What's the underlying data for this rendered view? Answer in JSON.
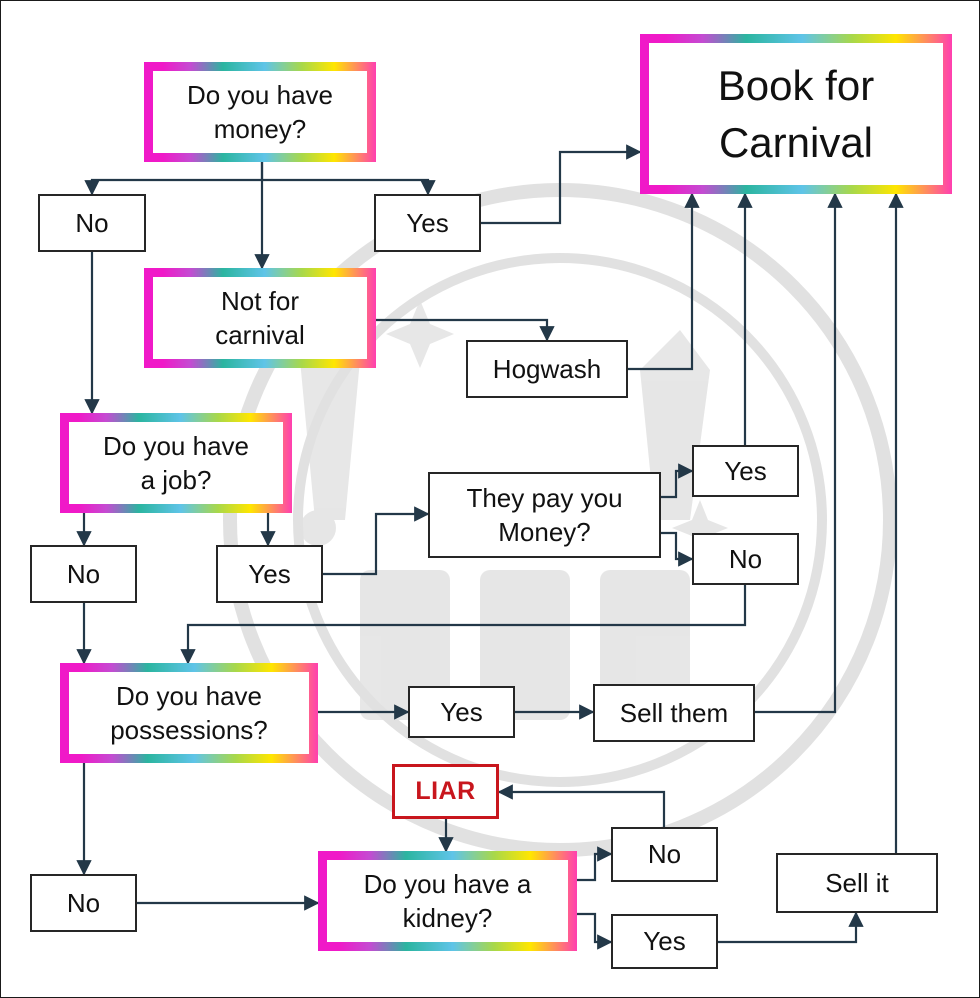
{
  "colors": {
    "connector": "#233848",
    "box_border": "#262626",
    "liar_red": "#c8161d",
    "watermark": "#d9d9d9",
    "gradient": [
      "#f019c8",
      "#c44bd2",
      "#2bb5a0",
      "#5fc4e8",
      "#a8d84a",
      "#ffe600",
      "#ff3fb0"
    ]
  },
  "nodes": {
    "q_money": "Do you have\nmoney?",
    "money_no": "No",
    "money_yes": "Yes",
    "not_carnival": "Not for\ncarnival",
    "hogwash": "Hogwash",
    "book_carnival": "Book for\nCarnival",
    "q_job": "Do you have\na job?",
    "job_no": "No",
    "job_yes": "Yes",
    "q_pay": "They pay you\nMoney?",
    "pay_yes": "Yes",
    "pay_no": "No",
    "q_possessions": "Do you have\npossessions?",
    "poss_yes": "Yes",
    "sell_them": "Sell them",
    "poss_no": "No",
    "liar": "LIAR",
    "q_kidney": "Do you have a\nkidney?",
    "kidney_no": "No",
    "kidney_yes": "Yes",
    "sell_it": "Sell it"
  },
  "edges": [
    [
      "q_money",
      "money_no"
    ],
    [
      "q_money",
      "money_yes"
    ],
    [
      "q_money",
      "not_carnival"
    ],
    [
      "money_yes",
      "book_carnival"
    ],
    [
      "not_carnival",
      "hogwash"
    ],
    [
      "hogwash",
      "book_carnival"
    ],
    [
      "money_no",
      "q_job"
    ],
    [
      "q_job",
      "job_no"
    ],
    [
      "q_job",
      "job_yes"
    ],
    [
      "job_yes",
      "q_pay"
    ],
    [
      "q_pay",
      "pay_yes"
    ],
    [
      "q_pay",
      "pay_no"
    ],
    [
      "pay_yes",
      "book_carnival"
    ],
    [
      "pay_no",
      "q_possessions"
    ],
    [
      "job_no",
      "q_possessions"
    ],
    [
      "q_possessions",
      "poss_yes"
    ],
    [
      "poss_yes",
      "sell_them"
    ],
    [
      "sell_them",
      "book_carnival"
    ],
    [
      "q_possessions",
      "poss_no"
    ],
    [
      "poss_no",
      "q_kidney"
    ],
    [
      "liar",
      "q_kidney"
    ],
    [
      "q_kidney",
      "kidney_no"
    ],
    [
      "kidney_no",
      "liar"
    ],
    [
      "q_kidney",
      "kidney_yes"
    ],
    [
      "kidney_yes",
      "sell_it"
    ],
    [
      "sell_it",
      "book_carnival"
    ]
  ]
}
